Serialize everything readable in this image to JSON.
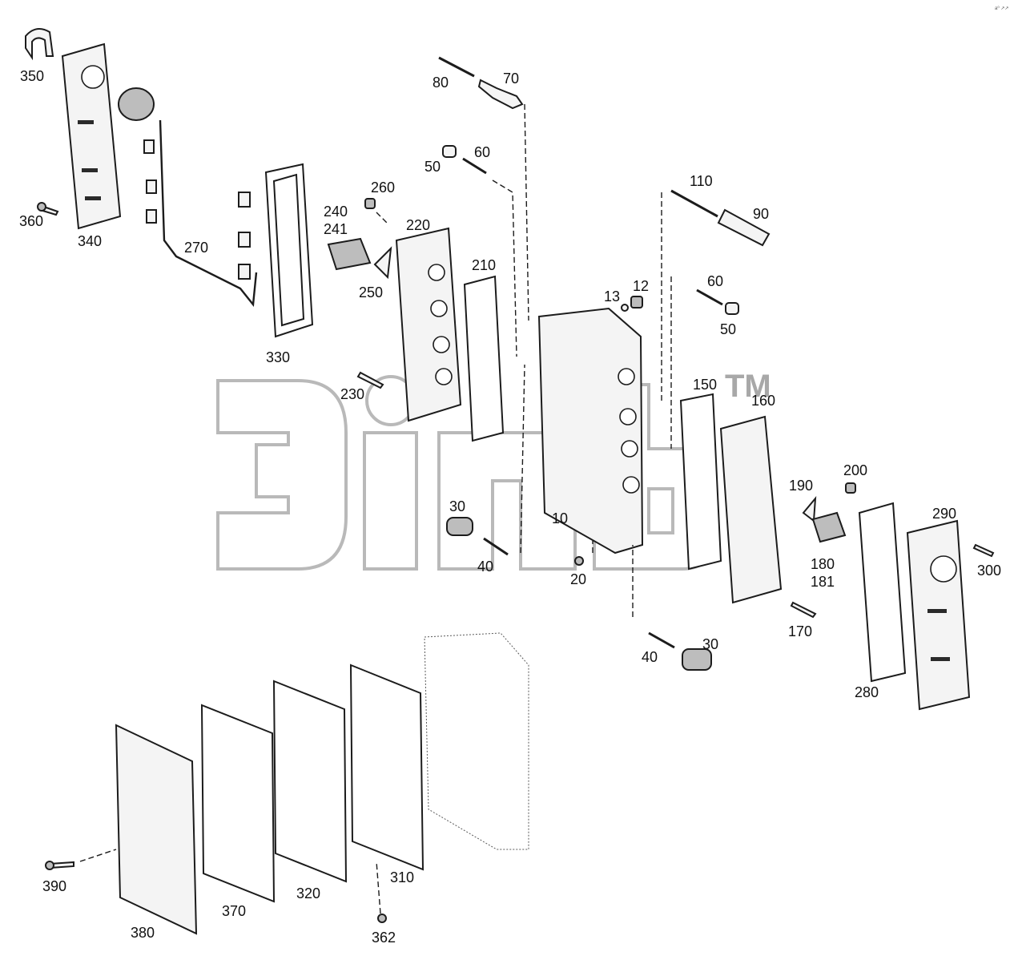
{
  "watermark": {
    "tm": "TM"
  },
  "corner_mark": "a⁰ ↗↗",
  "callouts": [
    "10",
    "12",
    "13",
    "20",
    "30",
    "30",
    "40",
    "40",
    "50",
    "50",
    "60",
    "60",
    "70",
    "80",
    "90",
    "110",
    "150",
    "160",
    "170",
    "180",
    "181",
    "190",
    "200",
    "210",
    "220",
    "230",
    "240",
    "241",
    "250",
    "260",
    "270",
    "280",
    "290",
    "300",
    "310",
    "320",
    "330",
    "340",
    "350",
    "360",
    "362",
    "370",
    "380",
    "390"
  ]
}
